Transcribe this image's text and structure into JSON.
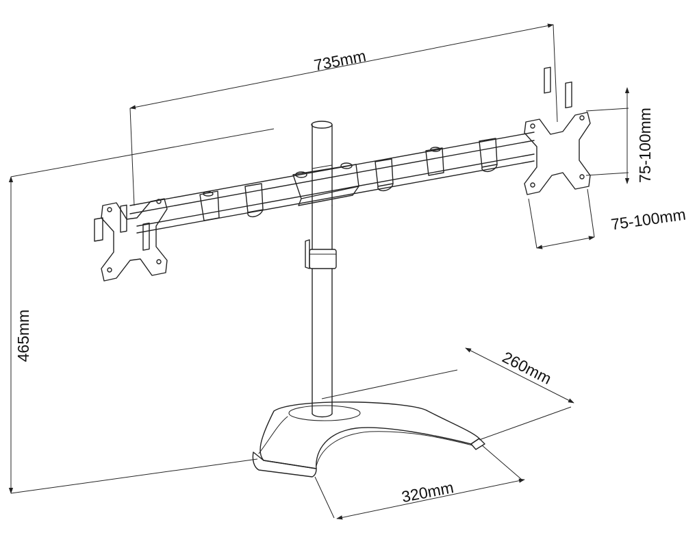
{
  "diagram": {
    "line_color": "#222222",
    "background": "#ffffff",
    "dimensions": {
      "width_total": "735mm",
      "height_total": "465mm",
      "vesa_vertical": "75-100mm",
      "vesa_horizontal": "75-100mm",
      "base_depth": "260mm",
      "base_width": "320mm"
    }
  }
}
